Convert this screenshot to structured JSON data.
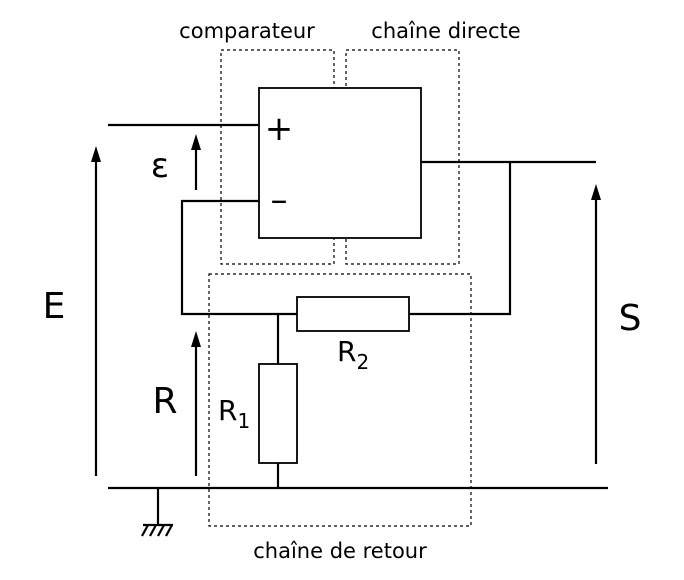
{
  "blocks": {
    "comparator": "comparateur",
    "forward_chain": "chaîne directe",
    "feedback_chain": "chaîne de retour"
  },
  "signals": {
    "input": "E",
    "output": "S",
    "error": "ε",
    "feedback": "R"
  },
  "opamp": {
    "plus": "+",
    "minus": "–"
  },
  "resistors": {
    "r1": {
      "letter": "R",
      "sub": "1"
    },
    "r2": {
      "letter": "R",
      "sub": "2"
    }
  }
}
